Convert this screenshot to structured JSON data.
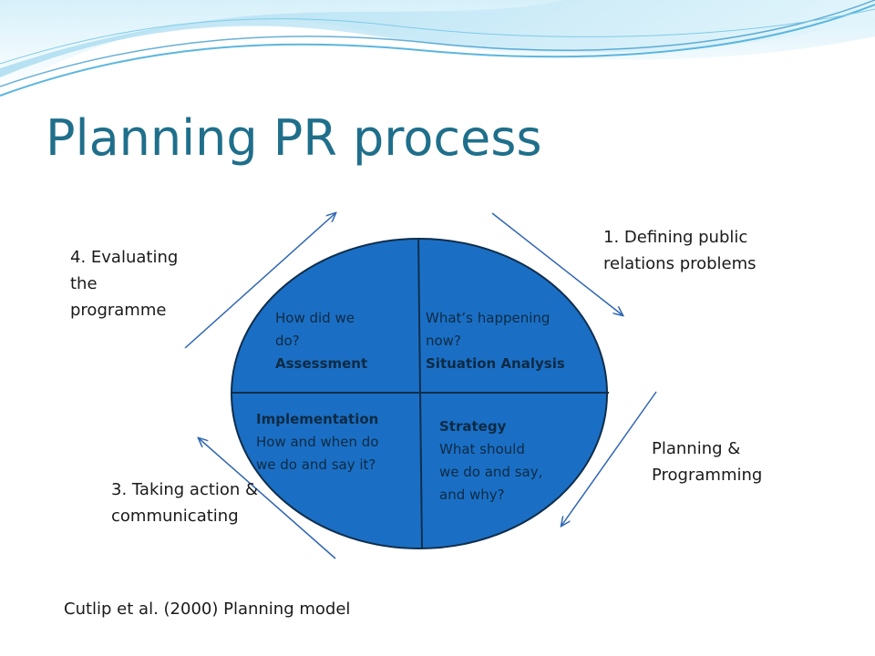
{
  "title": "Planning PR process",
  "steps": {
    "defining": {
      "line1": "1. Defining public",
      "line2": "relations problems"
    },
    "planning": {
      "line1": "Planning &",
      "line2": "Programming"
    },
    "taking_action": {
      "line1": "3. Taking action &",
      "line2": "communicating"
    },
    "evaluating": {
      "line1": "4. Evaluating",
      "line2": "the",
      "line3": "programme"
    }
  },
  "quadrants": {
    "assessment": {
      "question_line1": "How did we",
      "question_line2": "do?",
      "name": "Assessment"
    },
    "situation": {
      "question_line1": "What’s happening",
      "question_line2": "now?",
      "name": "Situation  Analysis"
    },
    "implementation": {
      "name": "Implementation",
      "question_line1": "How and when do",
      "question_line2": "we do and say it?"
    },
    "strategy": {
      "name": "Strategy",
      "question_line1": "What should",
      "question_line2": "we do and say,",
      "question_line3": "and why?"
    }
  },
  "citation": "Cutlip et al. (2000) Planning model",
  "colors": {
    "title": "#1f6f8b",
    "circle_fill": "#1a6fc4",
    "circle_stroke": "#0f2e4d",
    "arrow": "#2f66b3",
    "wave_light": "#bfe6f5",
    "wave_dark": "#5bb6de"
  }
}
